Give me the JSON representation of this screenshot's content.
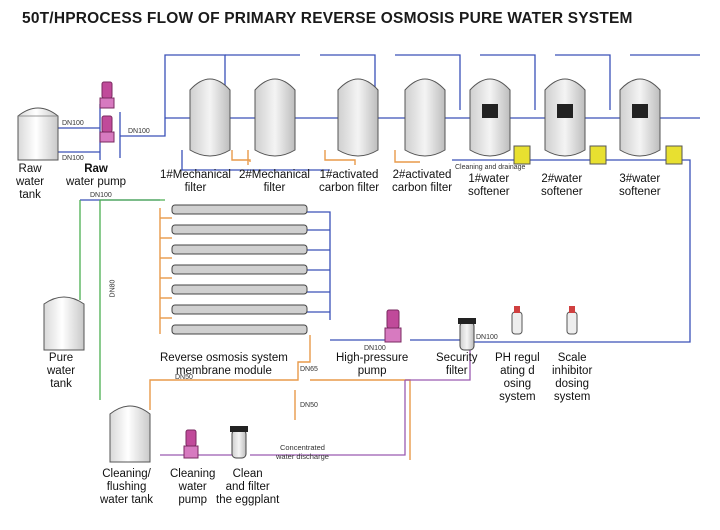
{
  "title": "50T/HPROCESS FLOW OF PRIMARY REVERSE OSMOSIS PURE WATER SYSTEM",
  "labels": {
    "raw_tank": [
      "Raw",
      "water",
      "tank"
    ],
    "raw_pump": [
      "Raw",
      "water pump"
    ],
    "mech1": [
      "1#Mechanical",
      "filter"
    ],
    "mech2": [
      "2#Mechanical",
      "filter"
    ],
    "carbon1": [
      "1#activated",
      "carbon filter"
    ],
    "carbon2": [
      "2#activated",
      "carbon filter"
    ],
    "softener1": [
      "1#water",
      "softener"
    ],
    "softener2": [
      "2#water",
      "softener"
    ],
    "softener3": [
      "3#water",
      "softener"
    ],
    "pure_tank": [
      "Pure",
      "water",
      "tank"
    ],
    "ro_module": [
      "Reverse osmosis system",
      "membrane module"
    ],
    "hp_pump": [
      "High-pressure",
      "pump"
    ],
    "security_filter": [
      "Security",
      "filter"
    ],
    "ph_dosing": [
      "PH regul",
      "ating d",
      "osing",
      "system"
    ],
    "scale_dosing": [
      "Scale",
      "inhibitor",
      "dosing",
      "system"
    ],
    "clean_tank": [
      "Cleaning/",
      "flushing",
      "water tank"
    ],
    "clean_pump": [
      "Cleaning",
      "water",
      "pump"
    ],
    "clean_filter": [
      "Clean",
      "and filter",
      "the eggplant"
    ]
  },
  "notes": {
    "cleaning_drainage": "Cleaning and drainage",
    "concentrated": [
      "Concentrated",
      "water discharge"
    ]
  },
  "pipe_sizes": {
    "raw_in": "DN100",
    "raw_out": "DN100",
    "pump_out": "DN100",
    "ro_feed": "DN100",
    "pure_line": "DN80",
    "hp_in": "DN100",
    "sec_out": "DN100",
    "conc1": "DN65",
    "conc2": "DN50",
    "clean_line": "DN50"
  },
  "colors": {
    "blue_pipe": "#3a50b8",
    "orange_pipe": "#e89a4a",
    "green_pipe": "#4caf50",
    "purple_pipe": "#9a5ab0",
    "pump": "#c04a9a",
    "yellow": "#e8e030"
  }
}
